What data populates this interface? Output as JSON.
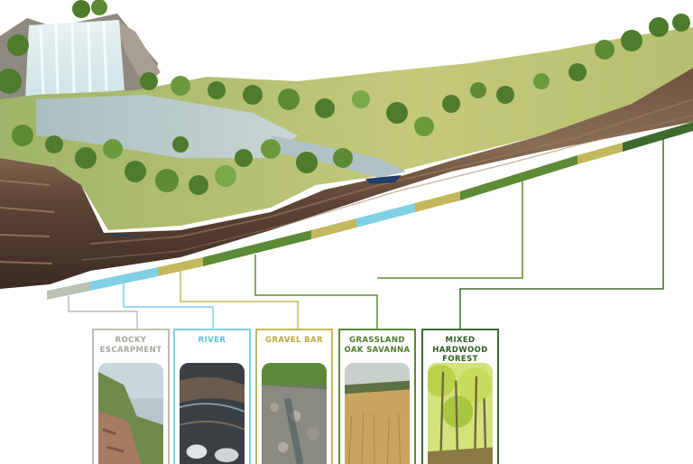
{
  "diagram": {
    "zones": [
      {
        "label": "ROCKY\nESCARPMENT",
        "color": "#b9c2b4",
        "text_color": "#a3a89d",
        "photo": "rocky-escarpment-photo"
      },
      {
        "label": "RIVER",
        "color": "#7fd0e4",
        "text_color": "#5fc1dc",
        "photo": "river-photo"
      },
      {
        "label": "GRAVEL BAR",
        "color": "#c2b85c",
        "text_color": "#b9a93a",
        "photo": "gravel-bar-photo"
      },
      {
        "label": "GRASSLAND\nOAK SAVANNA",
        "color": "#5d8a35",
        "text_color": "#4f7a2e",
        "photo": "grassland-photo"
      },
      {
        "label": "MIXED\nHARDWOOD\nFOREST",
        "color": "#3e6b2c",
        "text_color": "#2f5a24",
        "photo": "forest-photo"
      }
    ]
  }
}
